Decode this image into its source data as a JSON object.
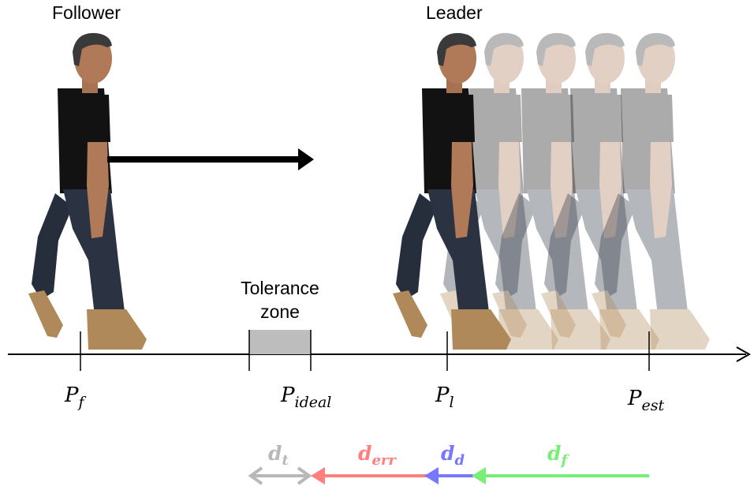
{
  "labels": {
    "follower": "Follower",
    "leader": "Leader",
    "tolerance_line1": "Tolerance",
    "tolerance_line2": "zone"
  },
  "positions": {
    "pf": {
      "base": "P",
      "sub": "f"
    },
    "pideal": {
      "base": "P",
      "sub": "ideal"
    },
    "pl": {
      "base": "P",
      "sub": "l"
    },
    "pest": {
      "base": "P",
      "sub": "est"
    }
  },
  "distances": {
    "dt": {
      "base": "d",
      "sub": "t",
      "color": "#b8b8b8"
    },
    "derr": {
      "base": "d",
      "sub": "err",
      "color": "#ff7f7f"
    },
    "dd": {
      "base": "d",
      "sub": "d",
      "color": "#7777ff"
    },
    "df": {
      "base": "d",
      "sub": "f",
      "color": "#77ee77"
    }
  },
  "colors": {
    "tolerance_zone": "#bdbdbd",
    "shirt": "#121212",
    "jeans": "#2b3342",
    "skin": "#b07a58",
    "hair": "#3a3a3a",
    "shoe": "#b0895a",
    "ghost_opacity": 0.35
  }
}
